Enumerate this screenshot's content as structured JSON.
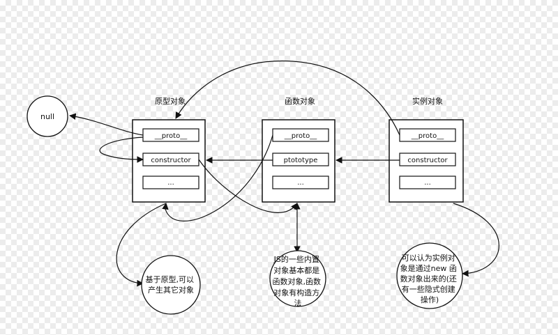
{
  "columns": {
    "prototype": {
      "title": "原型对象",
      "slots": [
        "__proto__",
        "constructor",
        "..."
      ]
    },
    "function": {
      "title": "函数对象",
      "slots": [
        "__proto__",
        "ptototype",
        "..."
      ]
    },
    "instance": {
      "title": "实例对象",
      "slots": [
        "__proto__",
        "constructor",
        "..."
      ]
    }
  },
  "null_node": "null",
  "notes": {
    "prototype": [
      "基于原型,可以",
      "产生其它对象"
    ],
    "function": [
      "JS的一些内置",
      "对象基本都是",
      "函数对象,函数",
      "对象有构造方",
      "法"
    ],
    "instance": [
      "可以认为实例对",
      "象是通过new 函",
      "数对象出来的(还",
      "有一些隐式创建",
      "操作)"
    ]
  }
}
